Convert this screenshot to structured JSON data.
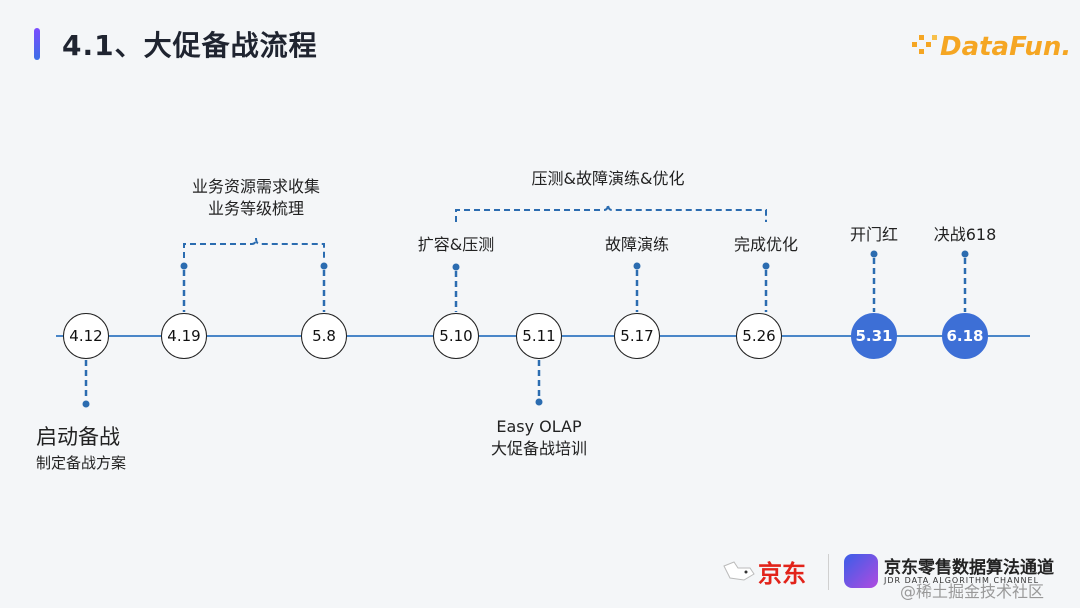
{
  "title": "4.1、大促备战流程",
  "logo": {
    "text": "DataFun."
  },
  "timeline": {
    "nodes": [
      {
        "label": "4.12",
        "active": false
      },
      {
        "label": "4.19",
        "active": false
      },
      {
        "label": "5.8",
        "active": false
      },
      {
        "label": "5.10",
        "active": false
      },
      {
        "label": "5.11",
        "active": false
      },
      {
        "label": "5.17",
        "active": false
      },
      {
        "label": "5.26",
        "active": false
      },
      {
        "label": "5.31",
        "active": true
      },
      {
        "label": "6.18",
        "active": true
      }
    ],
    "labels": {
      "start_title": "启动备战",
      "start_sub": "制定备战方案",
      "group1_line1": "业务资源需求收集",
      "group1_line2": "业务等级梳理",
      "group2_title": "压测&故障演练&优化",
      "expand": "扩容&压测",
      "fault": "故障演练",
      "optimize": "完成优化",
      "training_line1": "Easy OLAP",
      "training_line2": "大促备战培训",
      "open": "开门红",
      "final": "决战618"
    }
  },
  "colors": {
    "accent": "#3d6fd6",
    "dash": "#2b6cb0",
    "line": "#4a86c8"
  },
  "footer": {
    "jd": "京东",
    "channel_cn": "京东零售数据算法通道",
    "channel_en": "JDR DATA ALGORITHM CHANNEL",
    "watermark": "@稀土掘金技术社区"
  }
}
